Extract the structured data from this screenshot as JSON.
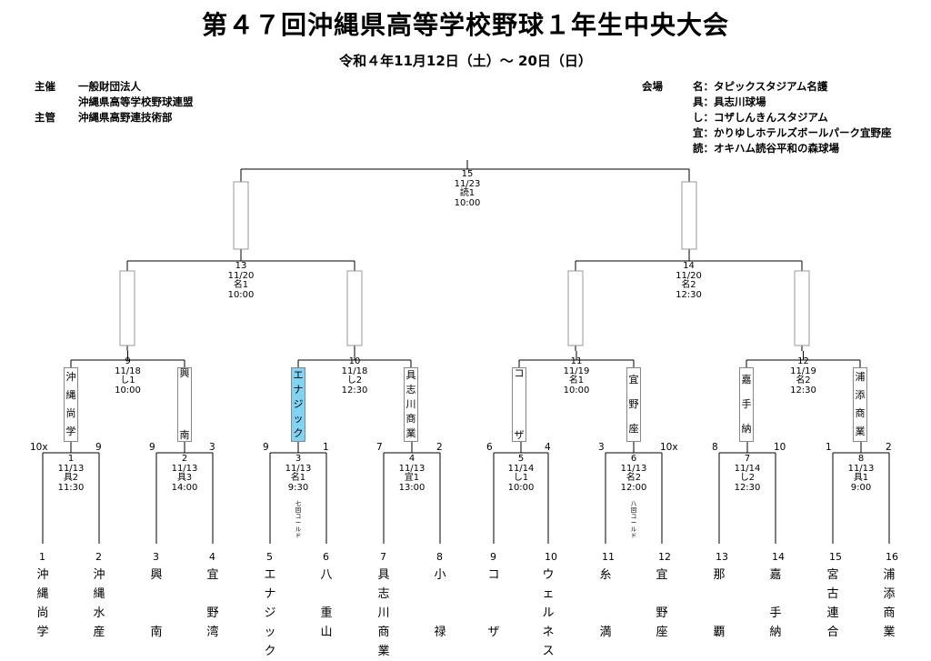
{
  "title": "第４７回沖縄県高等学校野球１年生中央大会",
  "subtitle": "令和４年11月12日（土）～ 20日（日）",
  "organizers": [
    {
      "label": "主催",
      "value": "一般財団法人"
    },
    {
      "label": "",
      "value": "沖縄県高等学校野球連盟"
    },
    {
      "label": "主管",
      "value": "沖縄県高野連技術部"
    }
  ],
  "venues_header": "会場",
  "venues": [
    {
      "key": "名",
      "value": "：タピックスタジアム名護"
    },
    {
      "key": "具",
      "value": "：具志川球場"
    },
    {
      "key": "し",
      "value": "：コザしんきんスタジアム"
    },
    {
      "key": "宜",
      "value": "：かりゆしホテルズボールパーク宜野座"
    },
    {
      "key": "読",
      "value": "：オキハム読谷平和の森球場"
    }
  ],
  "teams": [
    {
      "no": "1",
      "name": "沖縄尚学",
      "lines": [
        "沖",
        "縄",
        "尚",
        "学"
      ]
    },
    {
      "no": "2",
      "name": "沖縄水産",
      "lines": [
        "沖",
        "縄",
        "水",
        "産"
      ]
    },
    {
      "no": "3",
      "name": "興南",
      "lines": [
        "興",
        "",
        "",
        "南"
      ]
    },
    {
      "no": "4",
      "name": "宜野湾",
      "lines": [
        "宜",
        "",
        "野",
        "湾"
      ]
    },
    {
      "no": "5",
      "name": "エナジック",
      "lines": [
        "エ",
        "ナ",
        "ジ",
        "ッ",
        "ク"
      ]
    },
    {
      "no": "6",
      "name": "八重山",
      "lines": [
        "八",
        "",
        "重",
        "山"
      ]
    },
    {
      "no": "7",
      "name": "具志川商業",
      "lines": [
        "具",
        "志",
        "川",
        "商",
        "業"
      ]
    },
    {
      "no": "8",
      "name": "小禄",
      "lines": [
        "小",
        "",
        "",
        "禄"
      ]
    },
    {
      "no": "9",
      "name": "コザ",
      "lines": [
        "コ",
        "",
        "",
        "ザ"
      ]
    },
    {
      "no": "10",
      "name": "ウェルネス",
      "lines": [
        "ウ",
        "ェ",
        "ル",
        "ネ",
        "ス"
      ]
    },
    {
      "no": "11",
      "name": "糸満",
      "lines": [
        "糸",
        "",
        "",
        "満"
      ]
    },
    {
      "no": "12",
      "name": "宜野座",
      "lines": [
        "宜",
        "",
        "野",
        "座"
      ]
    },
    {
      "no": "13",
      "name": "那覇",
      "lines": [
        "那",
        "",
        "",
        "覇"
      ]
    },
    {
      "no": "14",
      "name": "嘉手納",
      "lines": [
        "嘉",
        "",
        "手",
        "納"
      ]
    },
    {
      "no": "15",
      "name": "宮古連合",
      "lines": [
        "宮",
        "古",
        "連",
        "合"
      ]
    },
    {
      "no": "16",
      "name": "浦添商業",
      "lines": [
        "浦",
        "添",
        "商",
        "業"
      ]
    }
  ],
  "first_round": [
    {
      "game": "1",
      "date": "11/13",
      "venue": "具2",
      "time": "11:30",
      "score_left": "10x",
      "score_right": "9"
    },
    {
      "game": "2",
      "date": "11/13",
      "venue": "具3",
      "time": "14:00",
      "score_left": "9",
      "score_right": "3"
    },
    {
      "game": "3",
      "date": "11/13",
      "venue": "名1",
      "time": "9:30",
      "score_left": "9",
      "score_right": "1",
      "note": "七回コールド"
    },
    {
      "game": "4",
      "date": "11/13",
      "venue": "宜1",
      "time": "13:00",
      "score_left": "7",
      "score_right": "2"
    },
    {
      "game": "5",
      "date": "11/14",
      "venue": "し1",
      "time": "10:00",
      "score_left": "6",
      "score_right": "4"
    },
    {
      "game": "6",
      "date": "11/13",
      "venue": "名2",
      "time": "12:00",
      "score_left": "3",
      "score_right": "10x",
      "note": "八回コールド"
    },
    {
      "game": "7",
      "date": "11/14",
      "venue": "し2",
      "time": "12:30",
      "score_left": "8",
      "score_right": "10"
    },
    {
      "game": "8",
      "date": "11/13",
      "venue": "具1",
      "time": "9:00",
      "score_left": "1",
      "score_right": "2"
    }
  ],
  "second_round": [
    {
      "game": "9",
      "date": "11/18",
      "venue": "し1",
      "time": "10:00",
      "left": "沖縄尚学",
      "right": "興南"
    },
    {
      "game": "10",
      "date": "11/18",
      "venue": "し2",
      "time": "12:30",
      "left": "エナジック",
      "right": "具志川商業"
    },
    {
      "game": "11",
      "date": "11/19",
      "venue": "名1",
      "time": "10:00",
      "left": "コザ",
      "right": "宜野座"
    },
    {
      "game": "12",
      "date": "11/19",
      "venue": "名2",
      "time": "12:30",
      "left": "嘉手納",
      "right": "浦添商業"
    }
  ],
  "semifinals": [
    {
      "game": "13",
      "date": "11/20",
      "venue": "名1",
      "time": "10:00"
    },
    {
      "game": "14",
      "date": "11/20",
      "venue": "名2",
      "time": "12:30"
    }
  ],
  "final": {
    "game": "15",
    "date": "11/23",
    "venue": "読1",
    "time": "10:00"
  },
  "highlight_color": "#7fd3f5"
}
